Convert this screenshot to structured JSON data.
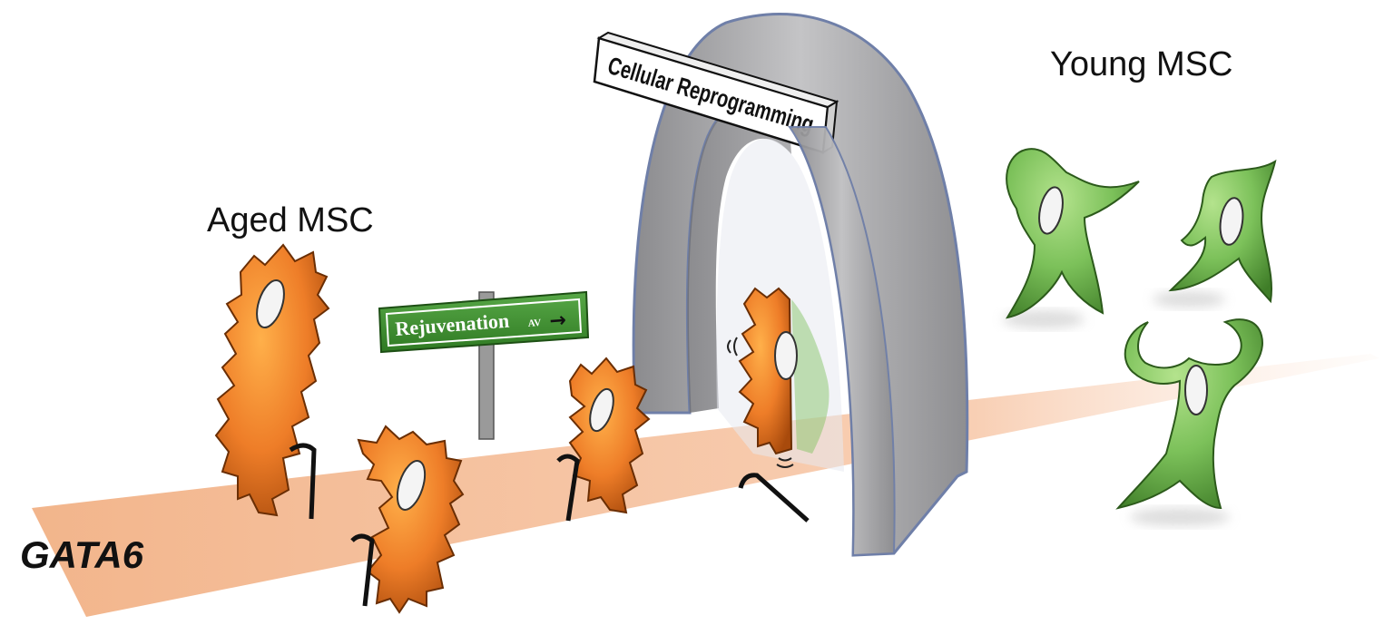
{
  "labels": {
    "aged": "Aged MSC",
    "young": "Young MSC",
    "gene": "GATA6",
    "arch_sign": "Cellular Reprogramming",
    "street_sign": "Rejuvenation",
    "street_sign_suffix": "AV",
    "street_sign_arrow": "→"
  },
  "colors": {
    "road": "#f3b38c",
    "aged_cell": "#ee7d28",
    "aged_cell_dark": "#b5520f",
    "young_cell": "#7cc15a",
    "young_cell_dark": "#3f7d28",
    "arch": "#a9a9ab",
    "arch_edge": "#8f9bb8",
    "sign_green": "#3b8b2e",
    "nucleus": "#f4f4f4"
  },
  "icons": [
    "walking-cane-icon",
    "fallen-cane-icon",
    "street-sign-icon",
    "arch-gate-icon"
  ]
}
